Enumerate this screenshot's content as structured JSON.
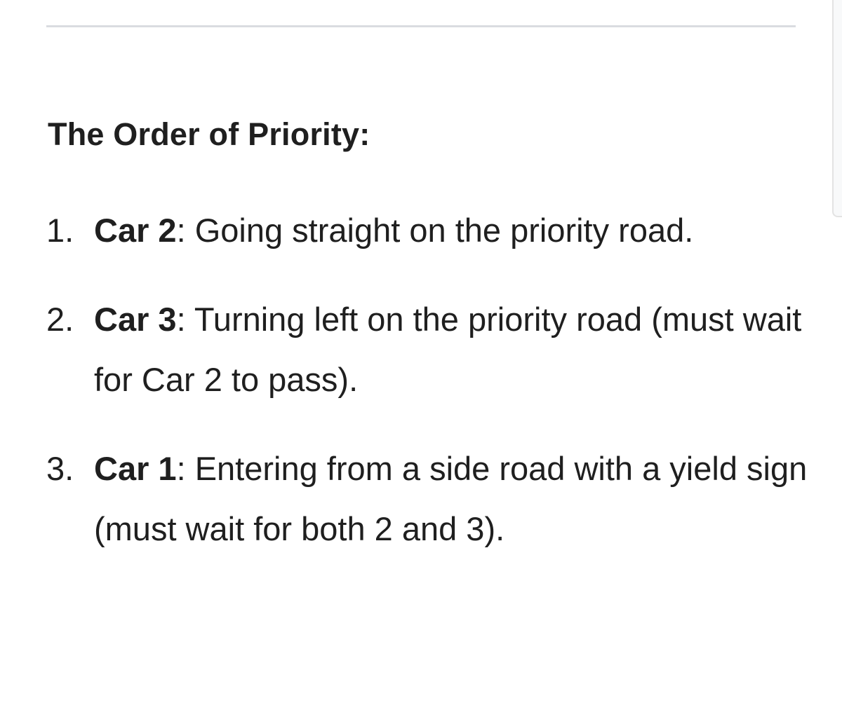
{
  "heading": "The Order of Priority:",
  "items": [
    {
      "number": "1.",
      "label": "Car 2",
      "text": ": Going straight on the priority road."
    },
    {
      "number": "2.",
      "label": "Car 3",
      "text": ": Turning left on the priority road (must wait for Car 2 to pass)."
    },
    {
      "number": "3.",
      "label": "Car 1",
      "text": ": Entering from a side road with a yield sign (must wait for both 2 and 3)."
    }
  ]
}
